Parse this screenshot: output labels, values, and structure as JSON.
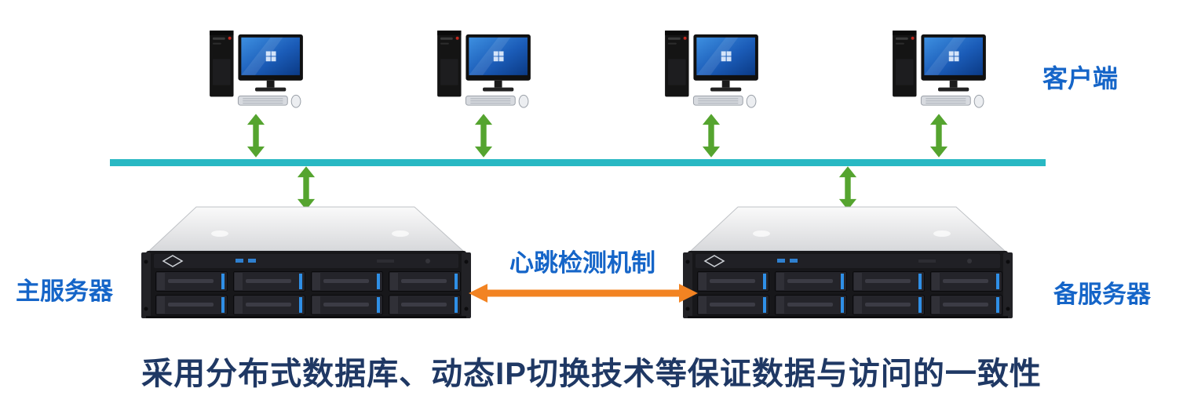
{
  "diagram": {
    "labels": {
      "client": "客户端",
      "primary_server": "主服务器",
      "backup_server": "备服务器",
      "heartbeat": "心跳检测机制",
      "caption": "采用分布式数据库、动态IP切换技术等保证数据与访问的一致性"
    },
    "counts": {
      "clients": 4,
      "servers": 2
    },
    "colors": {
      "label_blue": "#1565C8",
      "caption_navy": "#1F3864",
      "network_line": "#29B8C3",
      "link_arrow_green": "#55A42F",
      "heartbeat_arrow_orange": "#F28322"
    },
    "icons": {
      "client": "desktop-computer-icon",
      "server": "rack-server-icon",
      "network_link": "vertical-double-arrow-icon",
      "heartbeat_link": "horizontal-double-arrow-icon"
    }
  }
}
